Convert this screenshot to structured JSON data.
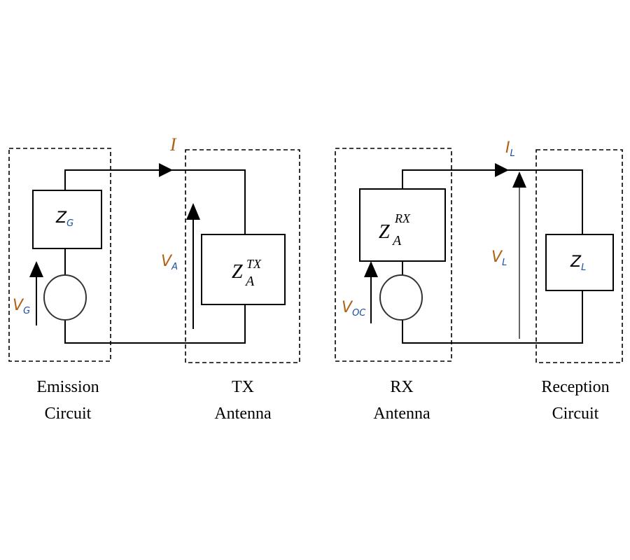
{
  "diagram": {
    "title": "Transmission and reception antenna equivalent circuits",
    "blocks": [
      {
        "id": "emission",
        "label_line1": "Emission",
        "label_line2": "Circuit"
      },
      {
        "id": "tx-antenna",
        "label_line1": "TX",
        "label_line2": "Antenna"
      },
      {
        "id": "rx-antenna",
        "label_line1": "RX",
        "label_line2": "Antenna"
      },
      {
        "id": "reception",
        "label_line1": "Reception",
        "label_line2": "Circuit"
      }
    ],
    "tx_side": {
      "current": "I",
      "generator_impedance": {
        "main": "Z",
        "sub": "G"
      },
      "generator_voltage": {
        "main": "V",
        "sub": "G"
      },
      "antenna_voltage": {
        "main": "V",
        "sub": "A"
      },
      "antenna_impedance": {
        "main": "Z",
        "sub": "A",
        "sup": "TX"
      }
    },
    "rx_side": {
      "current": {
        "main": "I",
        "sub": "L"
      },
      "open_circuit_voltage": {
        "main": "V",
        "sub": "OC"
      },
      "load_voltage": {
        "main": "V",
        "sub": "L"
      },
      "antenna_impedance": {
        "main": "Z",
        "sub": "A",
        "sup": "RX"
      },
      "load_impedance": {
        "main": "Z",
        "sub": "L"
      }
    }
  }
}
